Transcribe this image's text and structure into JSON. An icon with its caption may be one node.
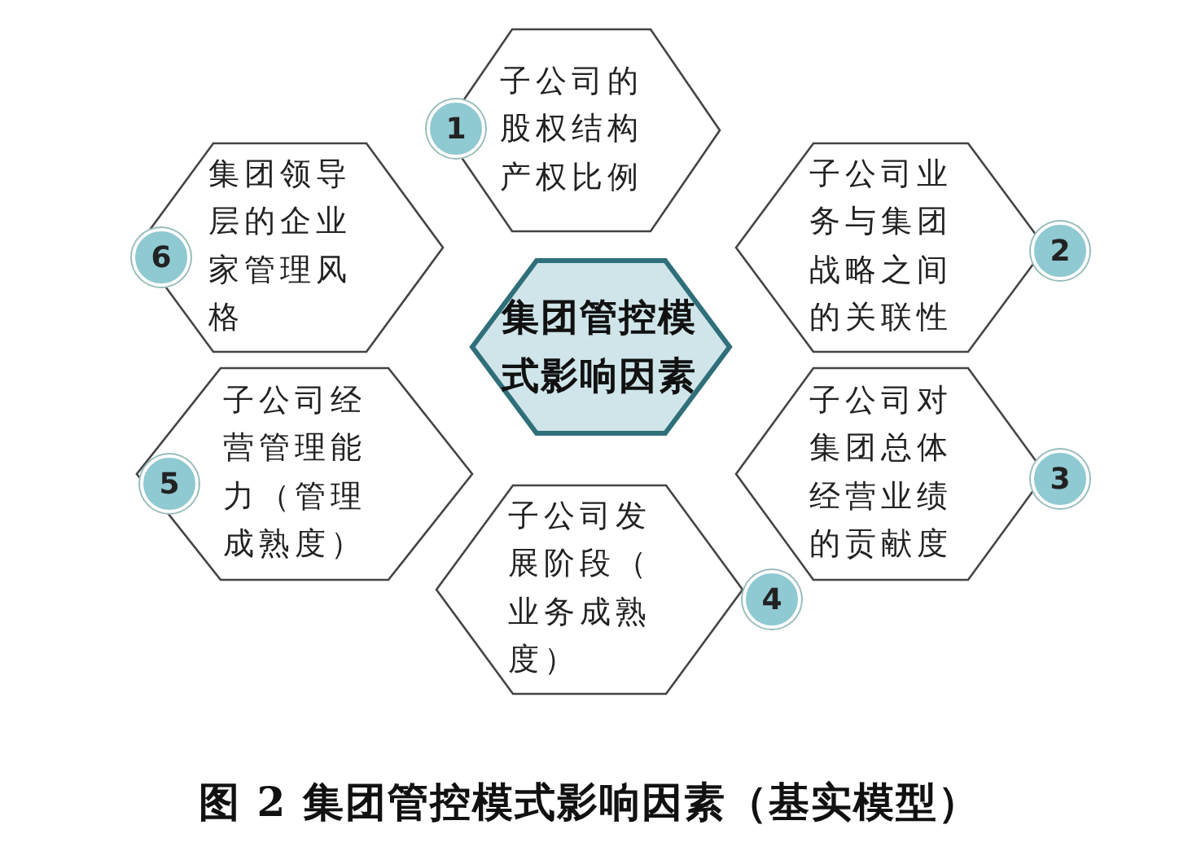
{
  "diagram": {
    "caption": "图 2 集团管控模式影响因素（基实模型）",
    "nodes": [
      {
        "text": [
          "集团管控模式影响因素"
        ]
      },
      {
        "text": [
          "1",
          "子公司的股权结构产权比例"
        ]
      },
      {
        "text": [
          "子公司业务与集团战略之间的关联性",
          "2"
        ]
      },
      {
        "text": [
          "子公司对集团总体经营业绩的贡献度",
          "3"
        ]
      },
      {
        "text": [
          "子公司发展阶段（业务成熟度）",
          "4"
        ]
      },
      {
        "text": [
          "5",
          "子公司经营管理能力（管理成熟度）"
        ]
      },
      {
        "text": [
          "6",
          "集团领导层的企业家管理风格"
        ]
      }
    ],
    "edges": []
  }
}
